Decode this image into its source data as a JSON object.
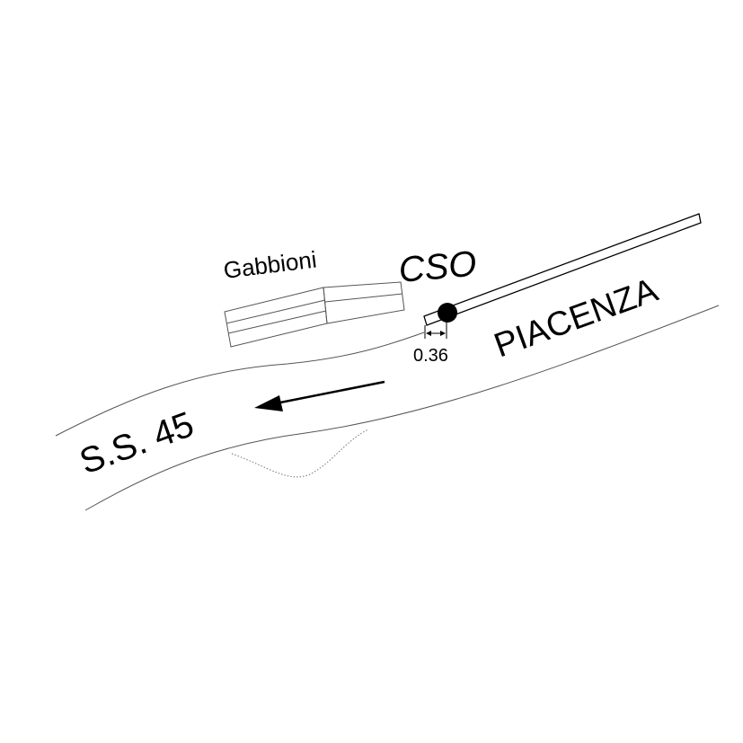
{
  "labels": {
    "gabbioni": "Gabbioni",
    "station": "CSO",
    "road_name": "S.S. 45",
    "direction_city": "PIACENZA",
    "dimension": "0.36"
  },
  "icons": {
    "station_marker": "filled-circle",
    "direction_arrow": "arrow-left"
  },
  "colors": {
    "ink": "#000000",
    "outline": "#555555",
    "background": "#ffffff"
  }
}
